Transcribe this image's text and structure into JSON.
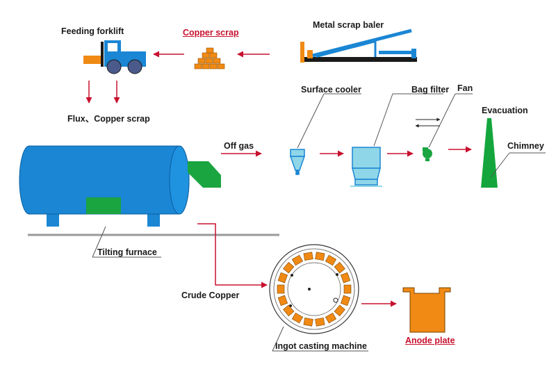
{
  "labels": {
    "feeding_forklift": "Feeding forklift",
    "copper_scrap_top": "Copper scrap",
    "metal_scrap_baler": "Metal scrap baler",
    "flux_copper_scrap": "Flux、Copper scrap",
    "surface_cooler": "Surface cooler",
    "bag_filter": "Bag filter",
    "fan": "Fan",
    "evacuation": "Evacuation",
    "off_gas": "Off gas",
    "chimney": "Chimney",
    "tilting_furnace": "Tilting furnace",
    "crude_copper": "Crude Copper",
    "ingot_casting_machine": "Ingot casting machine",
    "anode_plate": "Anode plate"
  },
  "colors": {
    "furnace_blue": "#1a86d4",
    "hatch_green": "#1aa541",
    "copper_orange": "#f08a14",
    "cooler_cyan": "#8fd6e8",
    "arrow_red": "#c8102e",
    "chimney_green": "#14a63c"
  }
}
